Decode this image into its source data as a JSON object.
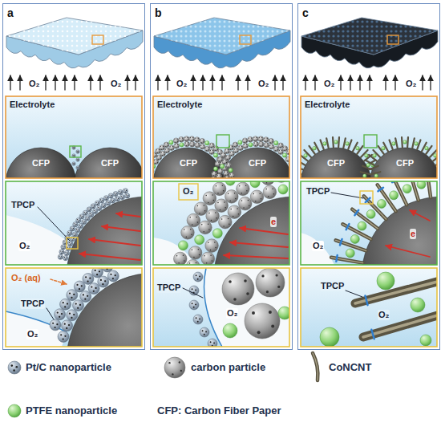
{
  "diagram": {
    "nodes": [
      {
        "text": [
          "a"
        ]
      },
      {
        "text": [
          "b"
        ]
      },
      {
        "text": [
          "c"
        ]
      }
    ],
    "labels": [
      "O₂",
      "O₂",
      "Electrolyte",
      "CFP",
      "CFP",
      "TPCP",
      "O₂",
      "O₂ (aq)",
      "TPCP",
      "O₂",
      "O₂",
      "O₂",
      "Electrolyte",
      "CFP",
      "CFP",
      "O₂",
      "e",
      "TPCP",
      "O₂",
      "O₂",
      "O₂",
      "Electrolyte",
      "CFP",
      "CFP",
      "TPCP",
      "O₂",
      "e",
      "TPCP",
      "O₂"
    ],
    "legend": [
      {
        "text": "Pt/C nanoparticle"
      },
      {
        "text": "carbon particle"
      },
      {
        "text": "CoNCNT"
      },
      {
        "text": "PTFE nanoparticle"
      },
      {
        "text": "CFP: Carbon Fiber Paper"
      }
    ]
  }
}
